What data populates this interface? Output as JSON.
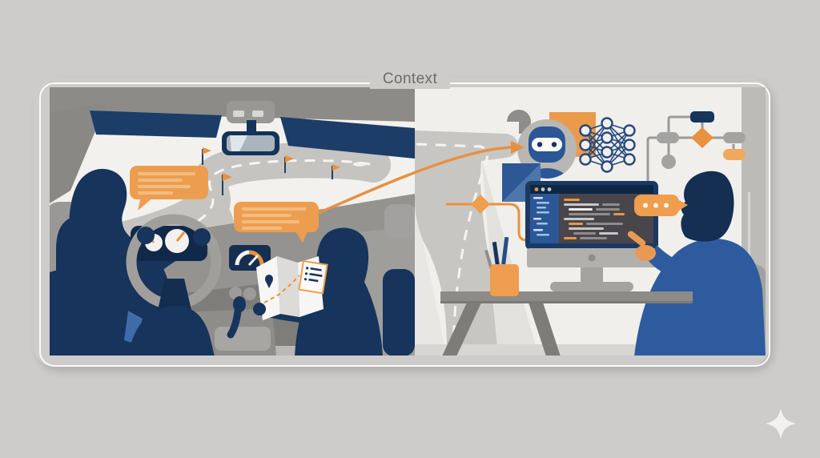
{
  "frame": {
    "label": "Context"
  },
  "palette": {
    "page_bg": "#cdcccb",
    "frame_line": "#9c9c9c",
    "frame_inner_line": "#fafaf9",
    "navy": "#16345c",
    "navy_deep": "#10294a",
    "blue": "#2e5b9e",
    "steel_blue": "#2b5797",
    "orange": "#e8913f",
    "orange_bright": "#ef9d4e",
    "orange_soft": "#f3bc80",
    "road_gray": "#c6c4c1",
    "cabin_gray": "#8d8b88",
    "panel_left_bg": "#f3f1ee",
    "panel_right_bg": "#f1efec",
    "skin_orange": "#e89a55",
    "sparkle": "#f2f1f0"
  },
  "scene": {
    "left_panel": {
      "name": "car-interior-scene",
      "elements": [
        "driver-silhouette",
        "steering-wheel",
        "dashboard-gauge-cluster",
        "speedometer-display",
        "speech-bubble-1",
        "speech-bubble-2",
        "winding-road",
        "waypoint-flag",
        "rearview-mirror",
        "overhead-console",
        "sun-visor",
        "passenger-silhouette",
        "road-map",
        "location-pin",
        "route-dashes",
        "gear-shifter",
        "car-seat"
      ]
    },
    "right_panel": {
      "name": "developer-desk-scene",
      "elements": [
        "road-continuation",
        "robot-head",
        "neural-network",
        "flowchart",
        "monitor-with-code",
        "code-editor-sidebar",
        "typing-dots-bubble",
        "person-silhouette",
        "pointing-hand",
        "office-chair",
        "desk",
        "pencil-cup",
        "wall-panel"
      ]
    },
    "connector": {
      "name": "context-arrow",
      "style": "curved orange arrow from speech bubble to robot"
    }
  },
  "sparkle": {
    "icon": "sparkle-icon",
    "color": "#f2f1f0"
  }
}
